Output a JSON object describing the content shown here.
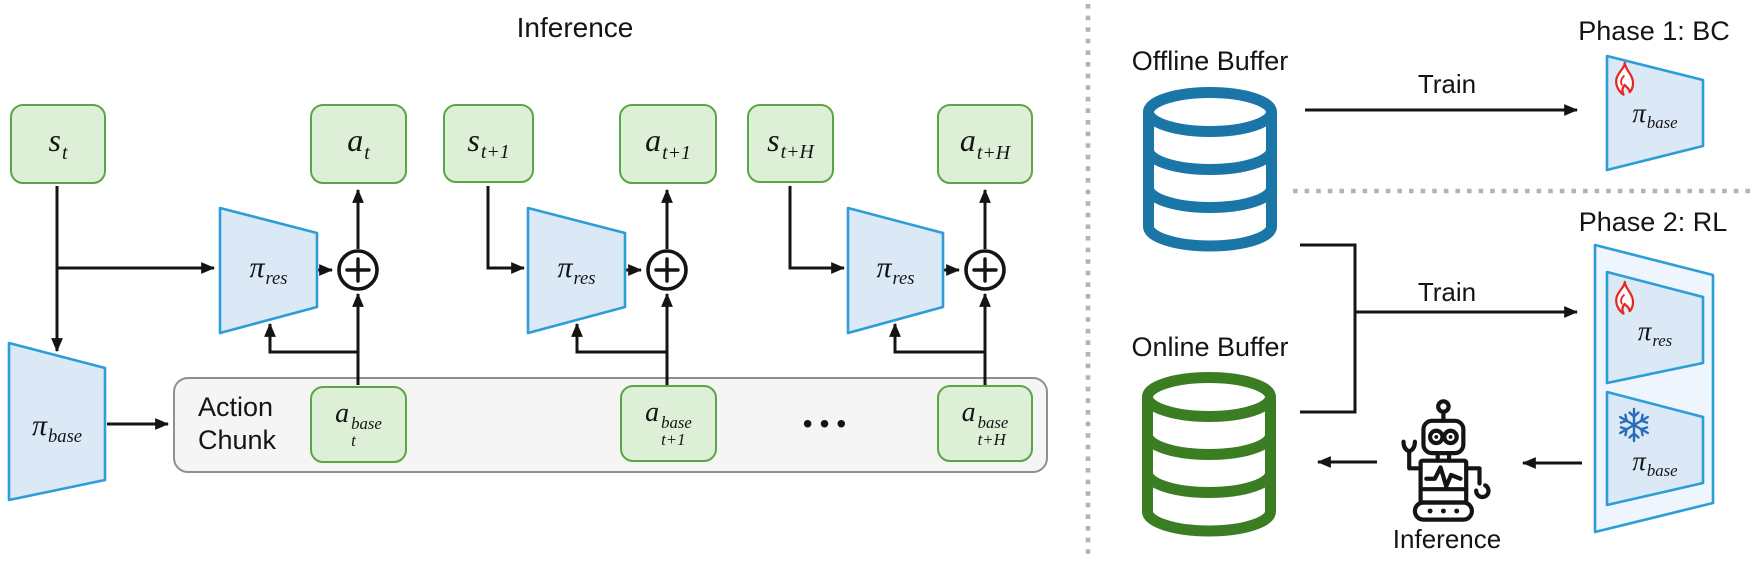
{
  "colors": {
    "ink": "#141414",
    "green_fill": "#ddefd7",
    "green_stroke": "#5aa546",
    "blue_fill": "#dbe9f7",
    "blue_stroke": "#2d9dd7",
    "panel_fill": "#eef5fc",
    "gray_fill": "#f5f5f5",
    "gray_stroke": "#8f8f8f",
    "db_blue": "#1a76a6",
    "db_green": "#3b7d22",
    "flame": "#e8251f",
    "snow": "#2a6cb8",
    "dot": "#b3b3b3"
  },
  "left": {
    "title": "Inference",
    "pi_base": {
      "main": "π",
      "sub": "base"
    },
    "action_chunk": {
      "line1": "Action",
      "line2": "Chunk",
      "ellipsis": "•••"
    },
    "units": [
      {
        "state": {
          "main": "s",
          "sub": "t"
        },
        "pi": {
          "main": "π",
          "sub": "res"
        },
        "action": {
          "main": "a",
          "sub": "t"
        },
        "chunk": {
          "main": "a",
          "sub": "t",
          "sup": "base"
        }
      },
      {
        "state": {
          "main": "s",
          "sub": "t+1"
        },
        "pi": {
          "main": "π",
          "sub": "res"
        },
        "action": {
          "main": "a",
          "sub": "t+1"
        },
        "chunk": {
          "main": "a",
          "sub": "t+1",
          "sup": "base"
        }
      },
      {
        "state": {
          "main": "s",
          "sub": "t+H"
        },
        "pi": {
          "main": "π",
          "sub": "res"
        },
        "action": {
          "main": "a",
          "sub": "t+H"
        },
        "chunk": {
          "main": "a",
          "sub": "t+H",
          "sup": "base"
        }
      }
    ]
  },
  "right": {
    "offline_buffer_label": "Offline Buffer",
    "online_buffer_label": "Online Buffer",
    "phase1_title": "Phase 1: BC",
    "phase2_title": "Phase 2: RL",
    "train1_label": "Train",
    "train2_label": "Train",
    "inference_label": "Inference",
    "phase1_pi": {
      "main": "π",
      "sub": "base"
    },
    "phase2_pi_res": {
      "main": "π",
      "sub": "res"
    },
    "phase2_pi_base": {
      "main": "π",
      "sub": "base"
    }
  }
}
